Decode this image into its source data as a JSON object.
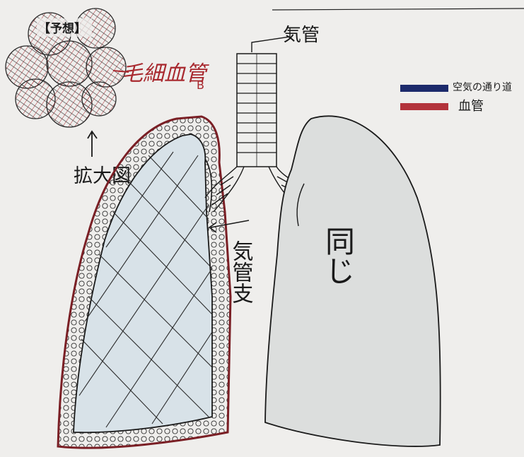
{
  "diagram": {
    "prediction_label": "【予想】",
    "capillary_label": "毛細血管",
    "capillary_note": "B",
    "enlarged_view_label": "拡大図",
    "trachea_label": "気管",
    "bronchi_label": "気管支",
    "right_lung_label": "同じ",
    "legend": [
      {
        "label": "空気の通り道",
        "color": "#1c2a6b"
      },
      {
        "label": "血管",
        "color": "#b3333b"
      }
    ]
  }
}
